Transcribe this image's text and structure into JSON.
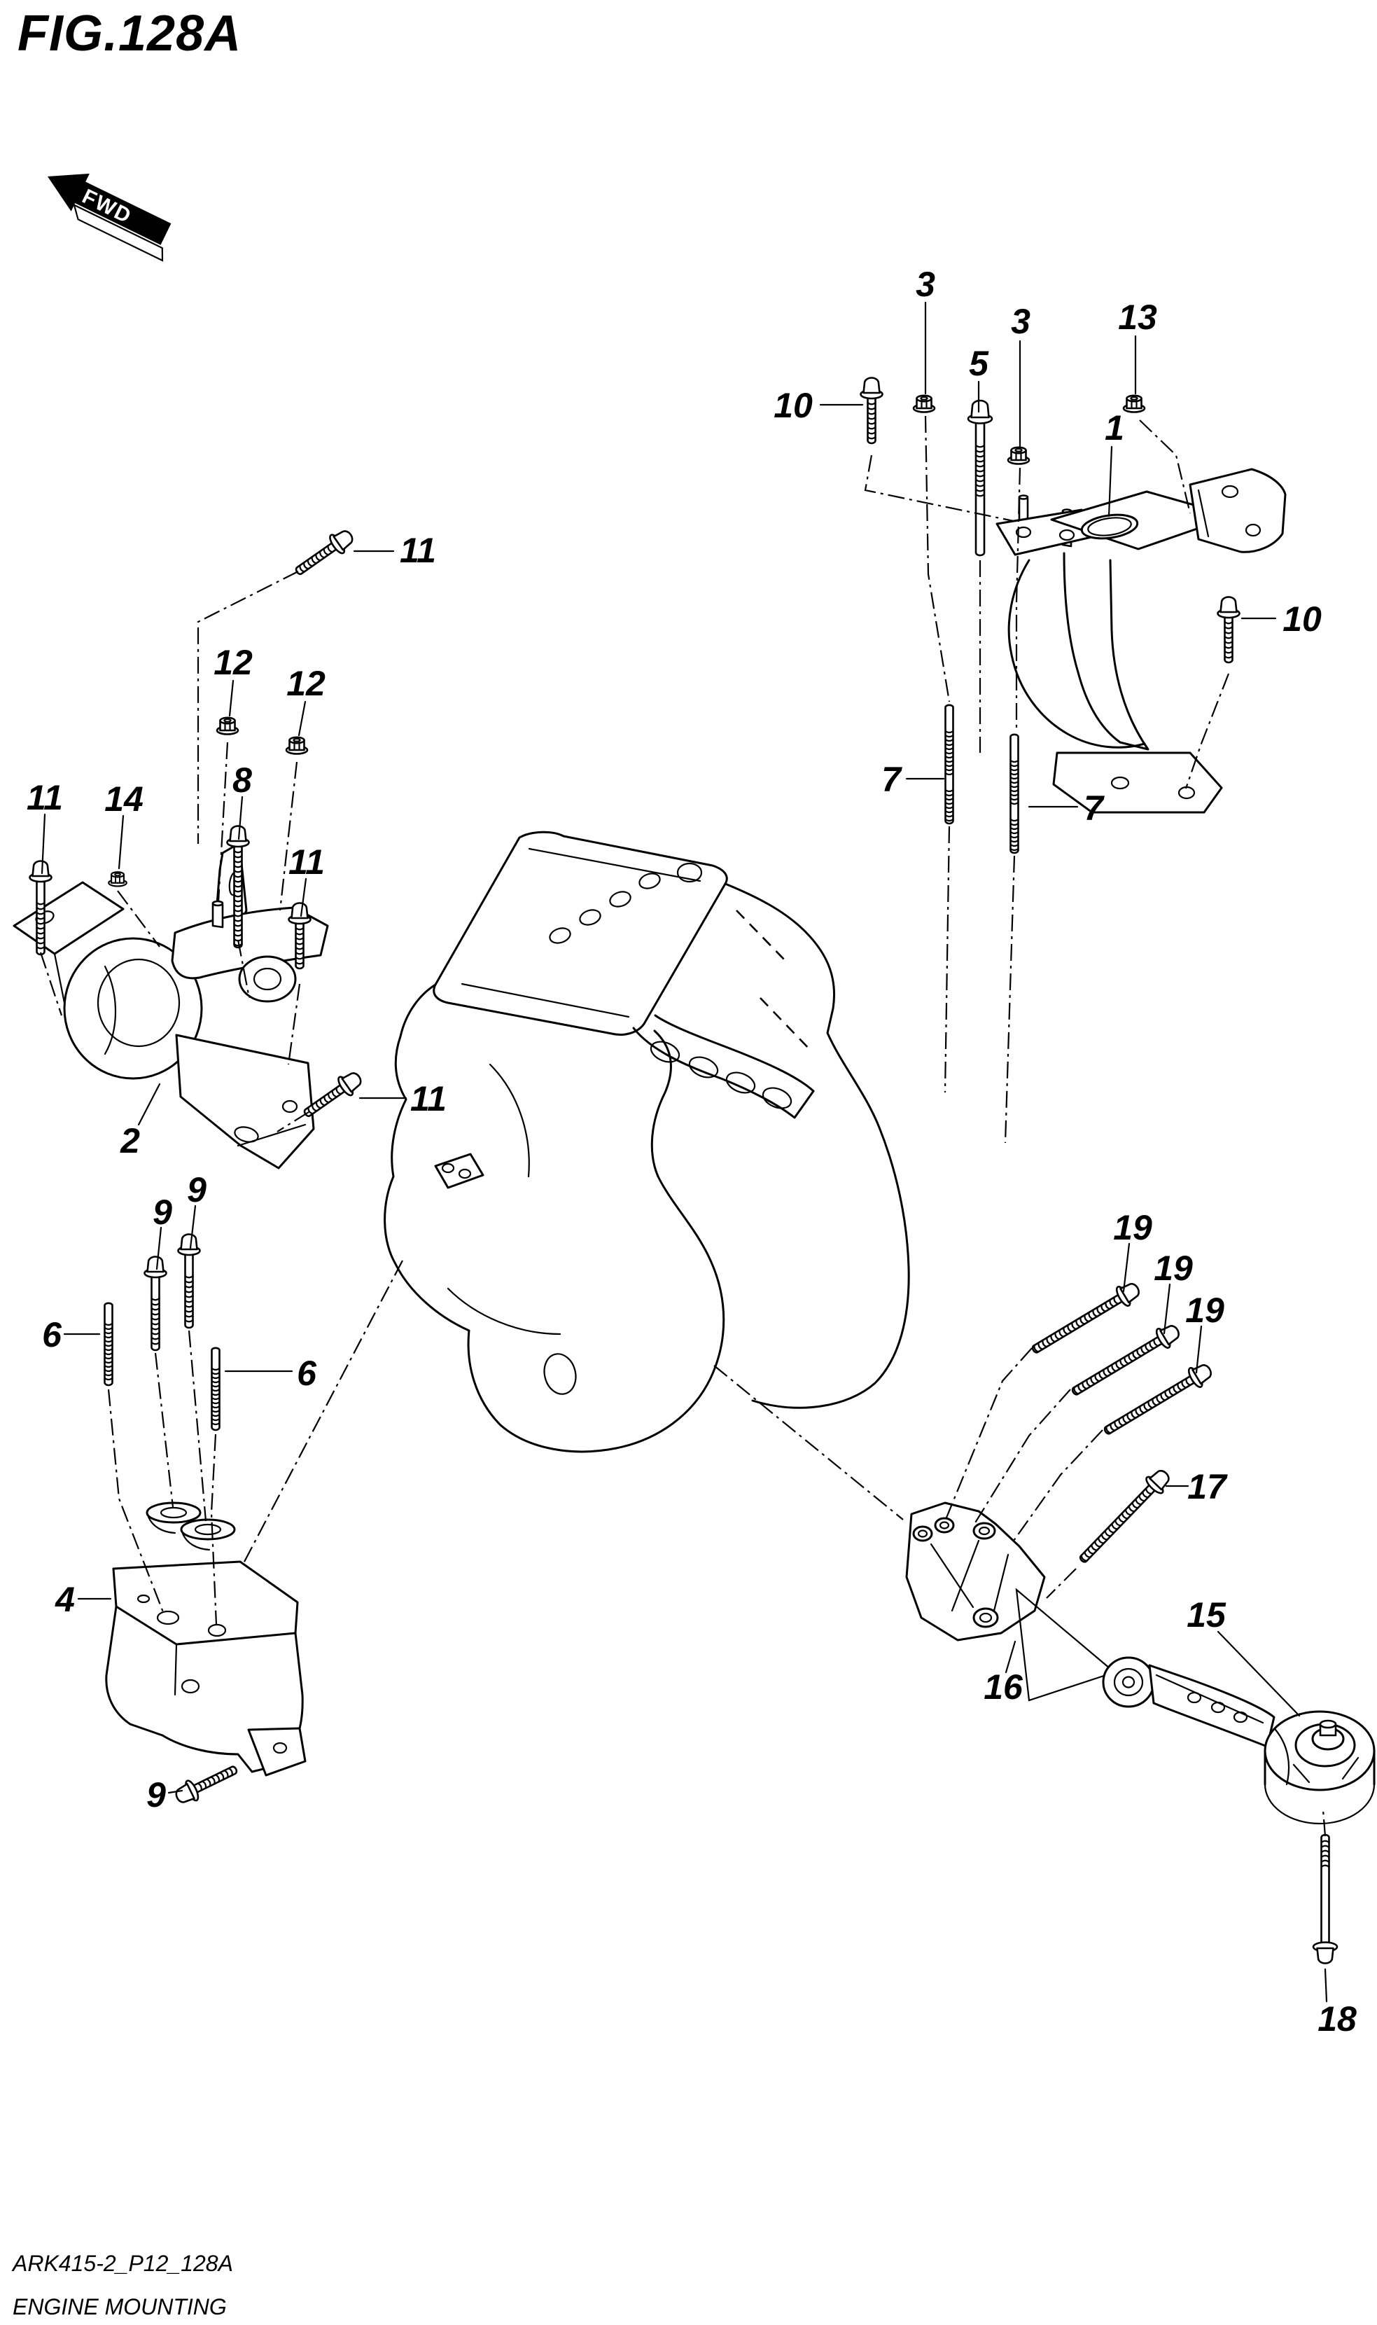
{
  "figure": {
    "title": "FIG.128A",
    "direction_label": "FWD"
  },
  "footer": {
    "code": "ARK415-2_P12_128A",
    "caption": "ENGINE MOUNTING"
  },
  "colors": {
    "line": "#000000",
    "background": "#ffffff"
  },
  "callouts": [
    {
      "part": "10"
    },
    {
      "part": "3"
    },
    {
      "part": "5"
    },
    {
      "part": "3"
    },
    {
      "part": "13"
    },
    {
      "part": "1"
    },
    {
      "part": "10"
    },
    {
      "part": "11"
    },
    {
      "part": "12"
    },
    {
      "part": "12"
    },
    {
      "part": "8"
    },
    {
      "part": "11"
    },
    {
      "part": "14"
    },
    {
      "part": "11"
    },
    {
      "part": "11"
    },
    {
      "part": "2"
    },
    {
      "part": "9"
    },
    {
      "part": "9"
    },
    {
      "part": "6"
    },
    {
      "part": "6"
    },
    {
      "part": "4"
    },
    {
      "part": "9"
    },
    {
      "part": "7"
    },
    {
      "part": "7"
    },
    {
      "part": "19"
    },
    {
      "part": "19"
    },
    {
      "part": "19"
    },
    {
      "part": "17"
    },
    {
      "part": "16"
    },
    {
      "part": "15"
    },
    {
      "part": "18"
    }
  ]
}
